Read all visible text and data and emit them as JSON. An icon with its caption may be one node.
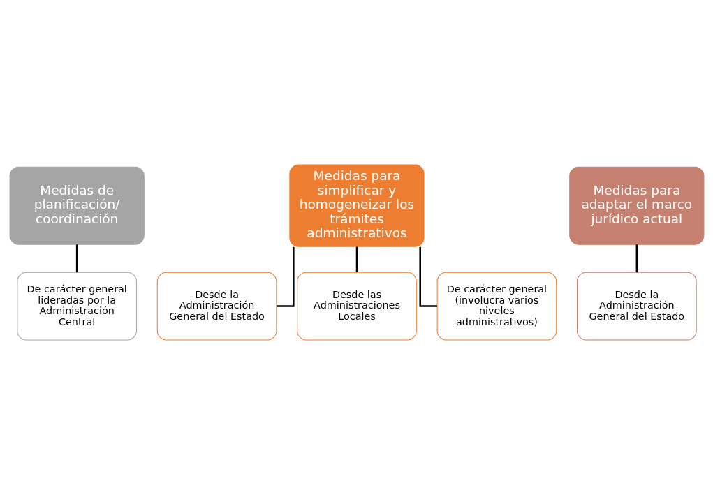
{
  "diagram": {
    "nodes": [
      {
        "text": [
          "Medidas de planificación/ coordinación"
        ]
      },
      {
        "text": [
          "De carácter general lideradas por la Administración Central"
        ]
      },
      {
        "text": [
          "Medidas para simplificar y homogeneizar los trámites administrativos"
        ]
      },
      {
        "text": [
          "Desde la Administración General del Estado"
        ]
      },
      {
        "text": [
          "Desde las Administraciones Locales"
        ]
      },
      {
        "text": [
          "De carácter general (involucra varios niveles administrativos)"
        ]
      },
      {
        "text": [
          "Medidas para adaptar el marco jurídico actual"
        ]
      },
      {
        "text": [
          "Desde la Administración General del Estado"
        ]
      }
    ],
    "edges": [
      {
        "from": 0,
        "to": 1,
        "arrow": "none"
      },
      {
        "from": 2,
        "to": 3,
        "arrow": "none"
      },
      {
        "from": 2,
        "to": 4,
        "arrow": "none"
      },
      {
        "from": 2,
        "to": 5,
        "arrow": "none"
      },
      {
        "from": 6,
        "to": 7,
        "arrow": "none"
      }
    ]
  }
}
